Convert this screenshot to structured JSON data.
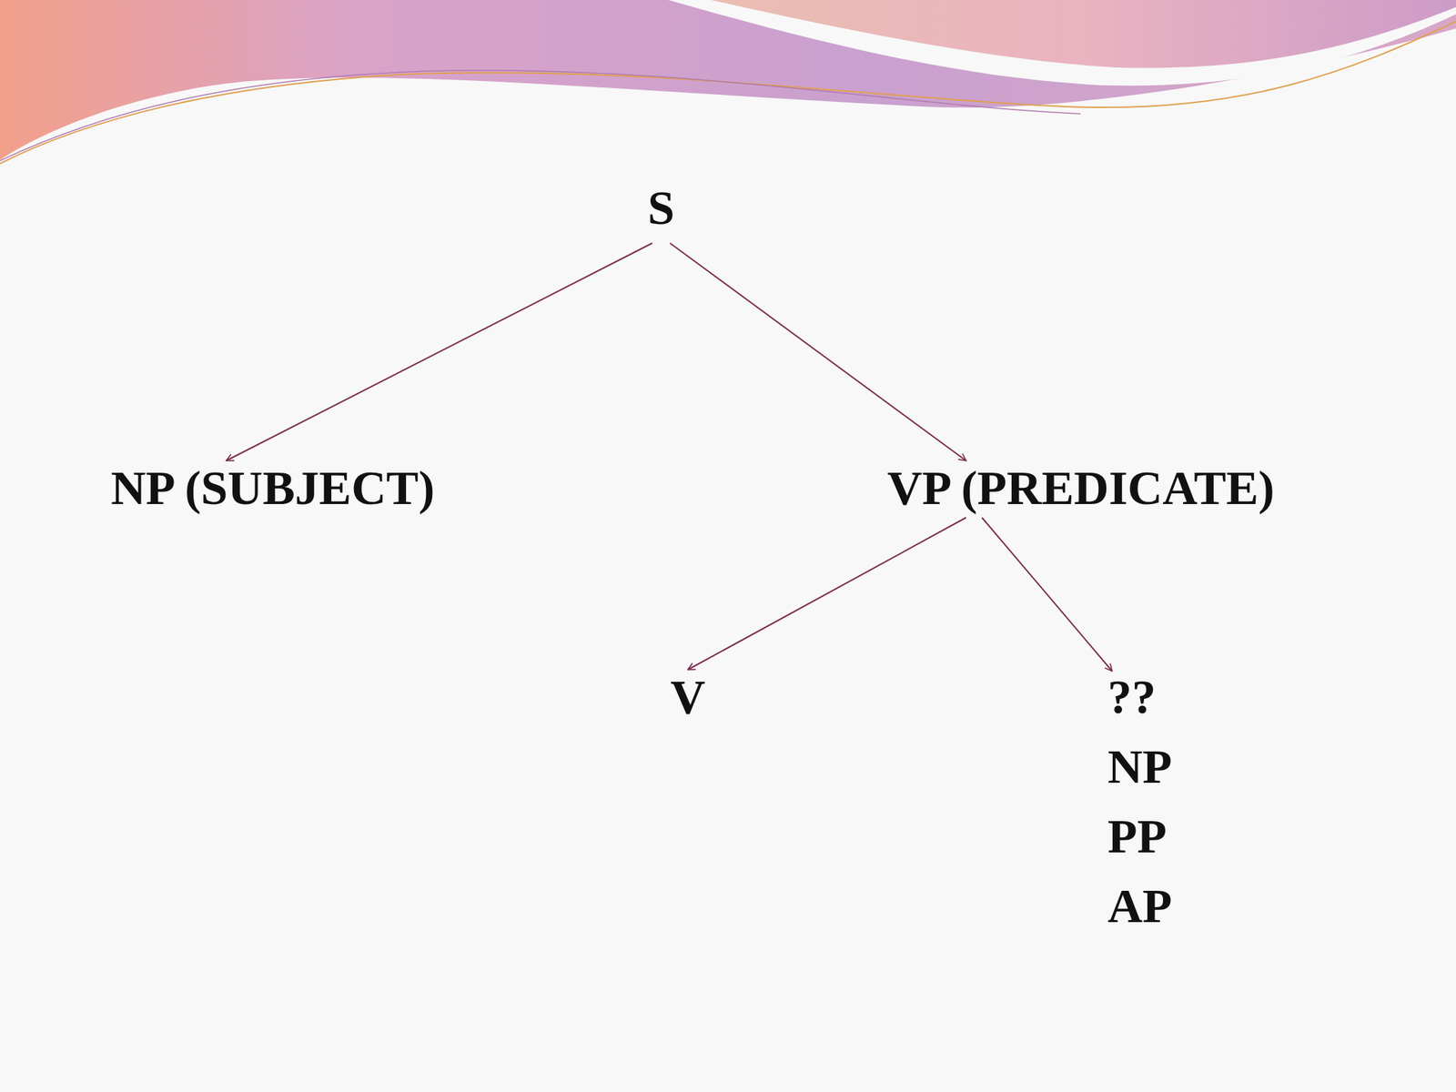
{
  "diagram": {
    "nodes": [
      {
        "text": [
          "S"
        ]
      },
      {
        "text": [
          "NP (SUBJECT)"
        ]
      },
      {
        "text": [
          "VP (PREDICATE)"
        ]
      },
      {
        "text": [
          "V"
        ]
      },
      {
        "text": [
          "??",
          "NP",
          "PP",
          "AP"
        ]
      }
    ],
    "edges": [
      {
        "from": 0,
        "to": 1,
        "arrow": "to"
      },
      {
        "from": 0,
        "to": 2,
        "arrow": "to"
      },
      {
        "from": 2,
        "to": 3,
        "arrow": "to"
      },
      {
        "from": 2,
        "to": 4,
        "arrow": "to"
      }
    ]
  }
}
